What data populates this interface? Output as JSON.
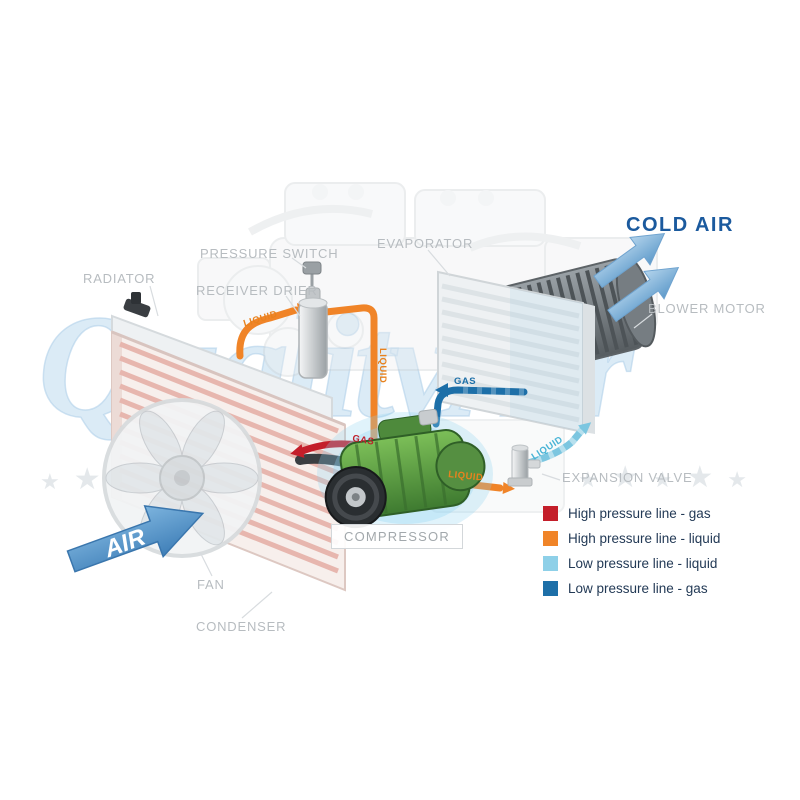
{
  "watermark": {
    "text": "QualityAir",
    "star_glyph": "★"
  },
  "air_flow": {
    "cold_air_label": "COLD AIR",
    "air_label": "AIR"
  },
  "component_labels": {
    "radiator": "RADIATOR",
    "pressure_switch": "PRESSURE SWITCH",
    "receiver_drier": "RECEIVER DRIER",
    "evaporator": "EVAPORATOR",
    "blower_motor": "BLOWER MOTOR",
    "expansion_valve": "EXPANSION VALVE",
    "compressor": "COMPRESSOR",
    "fan": "FAN",
    "condenser": "CONDENSER"
  },
  "pipe_labels": {
    "liquid_to_drier": "LIQUID",
    "liquid_down": "LIQUID",
    "liquid_to_valve": "LIQUID",
    "gas_high": "GAS",
    "gas_low": "GAS",
    "liquid_low": "LIQUID"
  },
  "legend": {
    "items": [
      {
        "label": "High pressure line - gas",
        "color": "#c41e2a"
      },
      {
        "label": "High pressure line - liquid",
        "color": "#f08428"
      },
      {
        "label": "Low pressure line - liquid",
        "color": "#8ed0e8"
      },
      {
        "label": "Low pressure line -  gas",
        "color": "#1d6fa8"
      }
    ]
  },
  "colors": {
    "high_pressure_gas": "#c41e2a",
    "high_pressure_liquid": "#f08428",
    "low_pressure_liquid": "#8ed0e8",
    "low_pressure_gas": "#1d6fa8",
    "cold_air_text": "#1b5a9e"
  }
}
